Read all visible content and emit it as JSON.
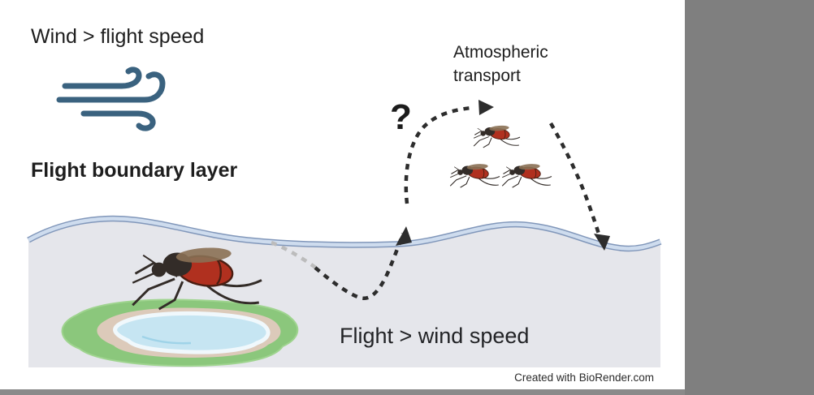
{
  "diagram": {
    "top_left_label": "Wind > flight speed",
    "boundary_label": "Flight boundary layer",
    "atmospheric_label": "Atmospheric\ntransport",
    "question_mark": "?",
    "bottom_label": "Flight > wind speed",
    "credit": "Created with BioRender.com"
  },
  "icons": {
    "wind": "wind-icon",
    "mosquito": "mosquito-icon"
  },
  "colors": {
    "wind_icon": "#3a627f",
    "boundary_band_edge": "#8197ba",
    "boundary_band_fill": "#cedcee",
    "below_layer_fill": "#e5e6eb",
    "arrow_dark": "#2d2d2d",
    "arrow_faded": "#bcbcbc",
    "mosquito_red": "#b0301f",
    "mosquito_dark": "#332c28",
    "mosquito_wing": "#8a7054",
    "pond_green": "#8bc77c",
    "pond_sand": "#dccaba",
    "pond_water": "#c6e5f2",
    "pond_rim": "#f0f8fc",
    "sidebar_gray": "#7f7f7f",
    "bottom_bar_gray": "#8a8a8a",
    "text_dark": "#1e1e1e"
  }
}
